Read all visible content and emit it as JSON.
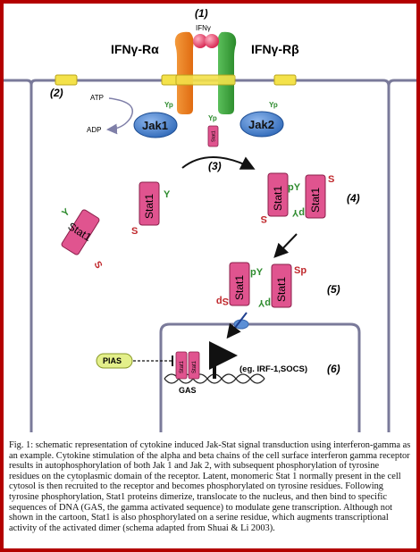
{
  "labels": {
    "step1": "(1)",
    "step2": "(2)",
    "step3": "(3)",
    "step4": "(4)",
    "step5": "(5)",
    "step6": "(6)",
    "ifng": "IFNγ",
    "receptor_alpha": "IFNγ-Rα",
    "receptor_beta": "IFNγ-Rβ",
    "atp": "ATP",
    "adp": "ADP",
    "jak1": "Jak1",
    "jak2": "Jak2",
    "yp": "Yp",
    "stat1": "Stat1",
    "y": "Y",
    "s": "S",
    "py": "pY",
    "sp": "Sp",
    "pias": "PIAS",
    "gas": "GAS",
    "target_genes": "(eg. IRF-1,SOCS)"
  },
  "colors": {
    "border": "#b30000",
    "membrane": "#7a7a9a",
    "receptor_alpha": "#f07f1e",
    "receptor_beta": "#3aa33a",
    "jak": "#3c79c8",
    "stat": "#e0548f",
    "ifng": "#e8426a",
    "phospho_green": "#2e8b2e",
    "serine_red": "#c0282c",
    "pias": "#e3ef8a",
    "yellow_box": "#f4e24a"
  },
  "caption": "Fig. 1: schematic representation of cytokine induced Jak-Stat signal transduction using interferon-gamma as an example. Cytokine stimulation of the alpha and beta chains of the cell surface interferon gamma receptor results in autophosphorylation of both Jak 1 and Jak 2, with subsequent phosphorylation of tyrosine residues on the cytoplasmic domain of the receptor. Latent, monomeric Stat 1 normally present in the cell cytosol is then recruited to the receptor and becomes phosphorylated on tyrosine residues. Following tyrosine phosphorylation, Stat1 proteins dimerize, translocate to the nucleus, and then bind to specific sequences of DNA (GAS, the gamma activated sequence) to modulate gene transcription. Although not shown in the cartoon, Stat1 is also phosphorylated on a serine residue, which augments transcriptional activity of the activated dimer (schema adapted from Shuai & Li 2003)."
}
